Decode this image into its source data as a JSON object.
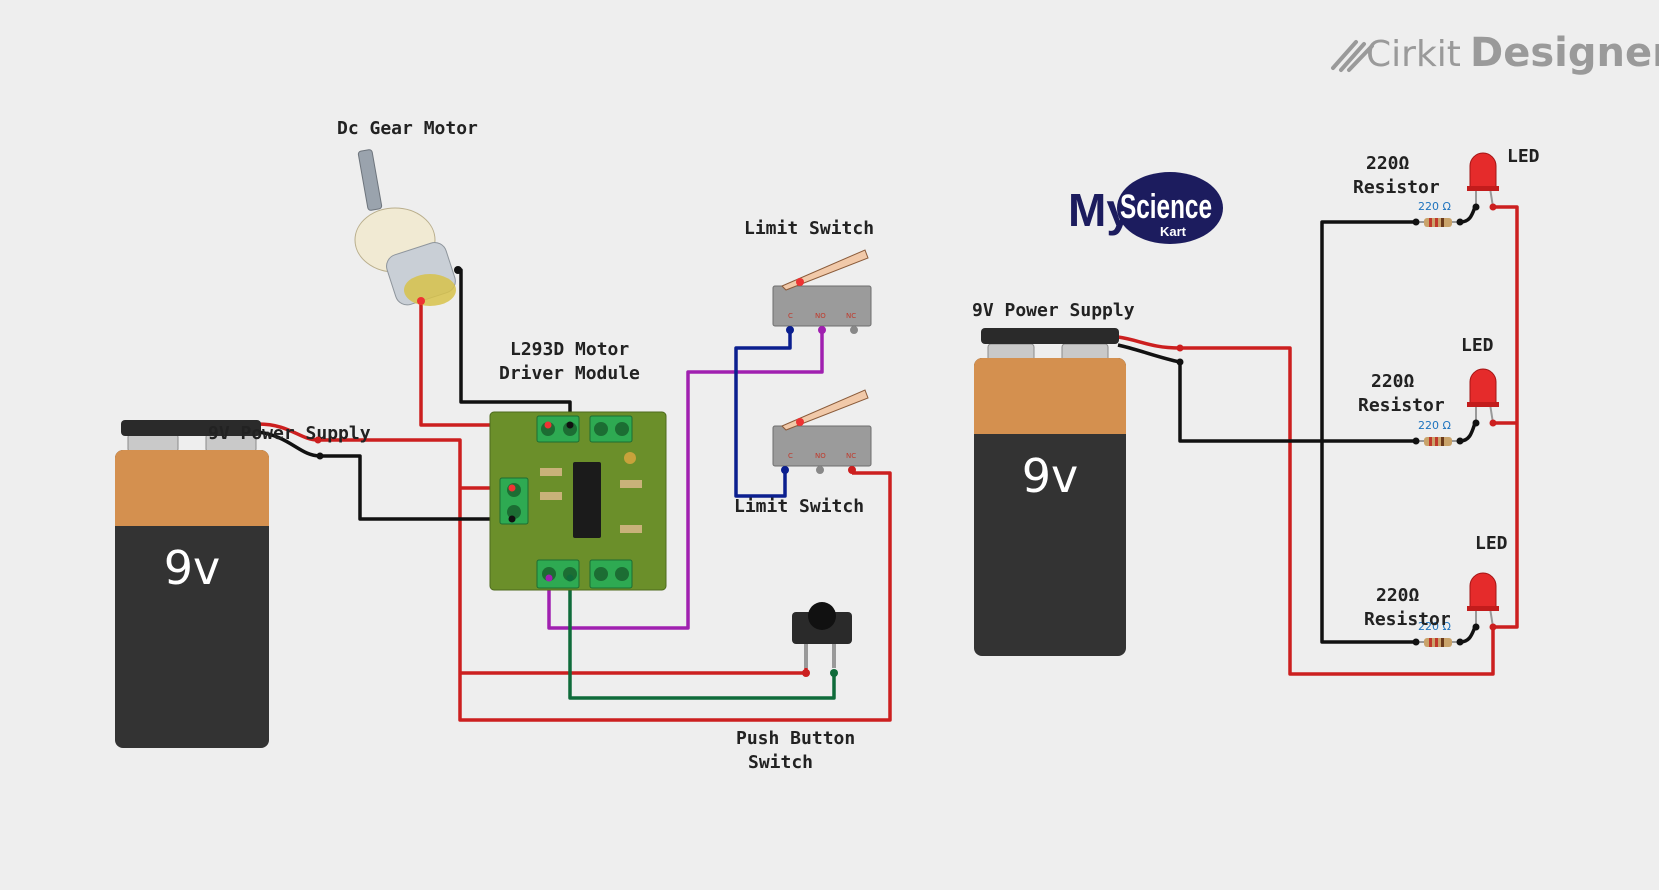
{
  "brand": {
    "cirkit": "Cirkit",
    "designer": "Designer"
  },
  "logo": {
    "my": "My",
    "science": "Science",
    "kart": "Kart"
  },
  "components": {
    "motor": {
      "label": "Dc Gear Motor"
    },
    "driver": {
      "label_line1": "L293D Motor",
      "label_line2": "Driver Module"
    },
    "limit_switch_top": {
      "label": "Limit Switch",
      "pins": [
        "C",
        "NO",
        "NC"
      ]
    },
    "limit_switch_bottom": {
      "label": "Limit Switch",
      "pins": [
        "C",
        "NO",
        "NC"
      ]
    },
    "push_button": {
      "label_line1": "Push Button",
      "label_line2": "Switch"
    },
    "battery_left": {
      "label": "9V Power Supply",
      "text": "9v"
    },
    "battery_right": {
      "label": "9V Power Supply",
      "text": "9v"
    },
    "resistors": [
      {
        "label_line1": "220Ω",
        "label_line2": "Resistor",
        "value": "220 Ω"
      },
      {
        "label_line1": "220Ω",
        "label_line2": "Resistor",
        "value": "220 Ω"
      },
      {
        "label_line1": "220Ω",
        "label_line2": "Resistor",
        "value": "220 Ω"
      }
    ],
    "leds": [
      {
        "label": "LED"
      },
      {
        "label": "LED"
      },
      {
        "label": "LED"
      }
    ]
  },
  "colors": {
    "background": "#eeeeee",
    "wire_red": "#cc1f1f",
    "wire_black": "#111111",
    "wire_purple": "#a020b0",
    "wire_blue": "#0b1f8f",
    "wire_green": "#0f6b3a",
    "battery_top": "#d4904f",
    "battery_body": "#333333",
    "pcb": "#6b8f2a",
    "terminal": "#2eaa52",
    "led_red": "#e52b2b"
  }
}
